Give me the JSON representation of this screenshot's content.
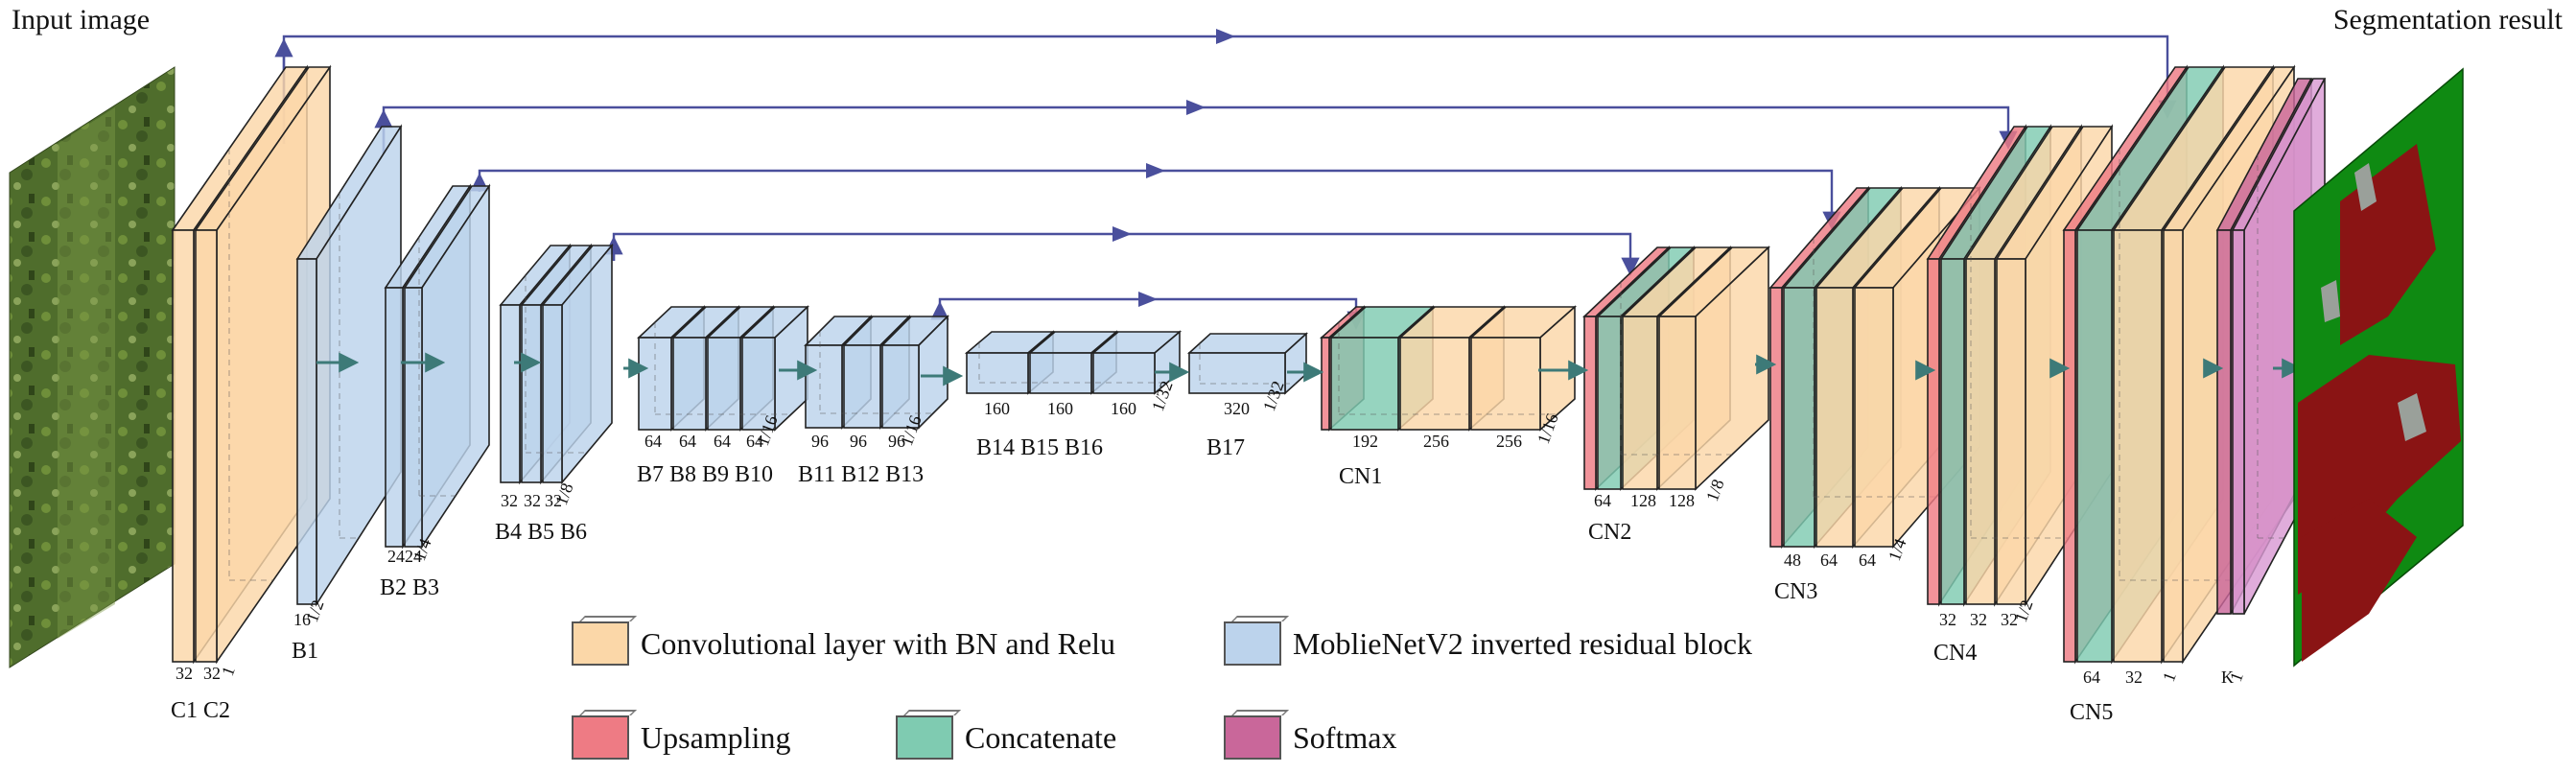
{
  "titles": {
    "input": "Input image",
    "output": "Segmentation result"
  },
  "colors": {
    "conv": "#fbd7a8",
    "mobile": "#bcd3ec",
    "upsample": "#ee7b84",
    "concat": "#7fcbb1",
    "softmax": "#c9679a",
    "skip_arrow": "#4a4f9c",
    "flow_arrow": "#3d7a78",
    "seg_green": "#0f8a12",
    "seg_red": "#8a1414",
    "seg_gray": "#9aa09a"
  },
  "blocks": [
    {
      "id": "C1C2",
      "label": "C1 C2",
      "channels": [
        "32",
        "32"
      ],
      "scale": "1"
    },
    {
      "id": "B1",
      "label": "B1",
      "channels": [
        "16"
      ],
      "scale": "1/2"
    },
    {
      "id": "B2B3",
      "label": "B2 B3",
      "channels": [
        "24",
        "24"
      ],
      "scale": "1/4"
    },
    {
      "id": "B4B6",
      "label": "B4 B5 B6",
      "channels": [
        "32",
        "32",
        "32"
      ],
      "scale": "1/8"
    },
    {
      "id": "B7B10",
      "label": "B7 B8 B9 B10",
      "channels": [
        "64",
        "64",
        "64",
        "64"
      ],
      "scale": "1/16"
    },
    {
      "id": "B11B13",
      "label": "B11 B12 B13",
      "channels": [
        "96",
        "96",
        "96"
      ],
      "scale": "1/16"
    },
    {
      "id": "B14B16",
      "label": "B14   B15   B16",
      "channels": [
        "160",
        "160",
        "160"
      ],
      "scale": "1/32"
    },
    {
      "id": "B17",
      "label": "B17",
      "channels": [
        "320"
      ],
      "scale": "1/32"
    },
    {
      "id": "CN1",
      "label": "CN1",
      "channels": [
        "192",
        "256",
        "256"
      ],
      "scale": "1/16"
    },
    {
      "id": "CN2",
      "label": "CN2",
      "channels": [
        "64",
        "128",
        "128"
      ],
      "scale": "1/8"
    },
    {
      "id": "CN3",
      "label": "CN3",
      "channels": [
        "48",
        "64",
        "64"
      ],
      "scale": "1/4"
    },
    {
      "id": "CN4",
      "label": "CN4",
      "channels": [
        "32",
        "32",
        "32"
      ],
      "scale": "1/2"
    },
    {
      "id": "CN5",
      "label": "CN5",
      "channels": [
        "64",
        "32"
      ],
      "scale": "1"
    },
    {
      "id": "SM",
      "label": "",
      "channels": [
        "K"
      ],
      "scale": "1"
    }
  ],
  "legend": {
    "conv": "Convolutional layer with BN and Relu",
    "mobile": "MoblieNetV2 inverted residual block",
    "upsample": "Upsampling",
    "concat": "Concatenate",
    "softmax": "Softmax"
  }
}
